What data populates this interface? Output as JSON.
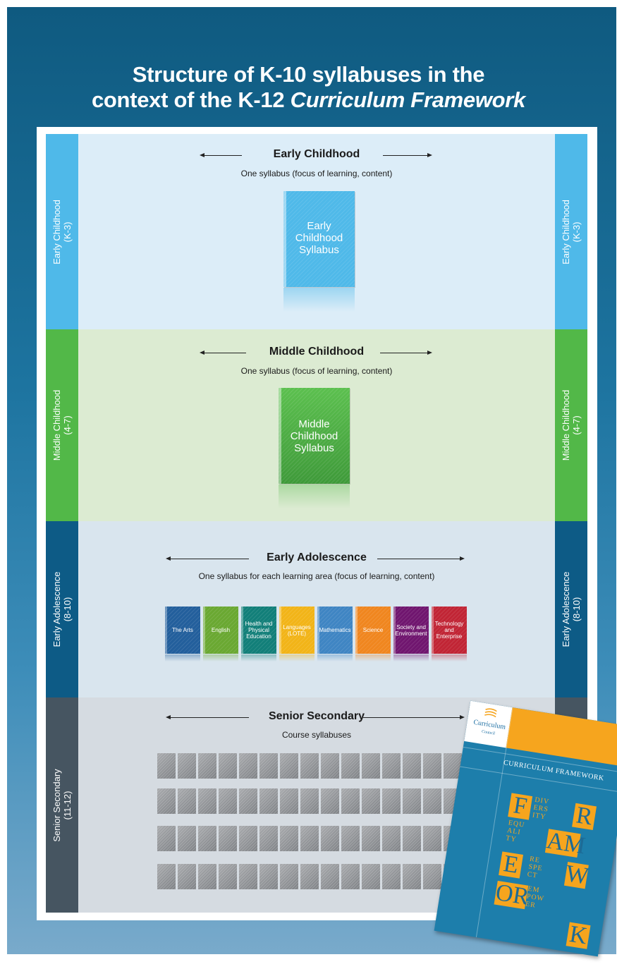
{
  "title": {
    "line1": "Structure of K-10 syllabuses in the",
    "line2_prefix": "context of the K-12 ",
    "line2_italic": "Curriculum Framework"
  },
  "colors": {
    "early_childhood": "#4fb9e9",
    "middle_childhood": "#52b848",
    "early_adolescence": "#0d5b86",
    "senior_secondary": "#465561",
    "orange": "#f6a51e"
  },
  "bands": {
    "early_childhood": {
      "side_line1": "Early Childhood",
      "side_line2": "(K-3)",
      "heading": "Early Childhood",
      "subtitle": "One syllabus (focus of learning, content)",
      "book_line1": "Early",
      "book_line2": "Childhood",
      "book_line3": "Syllabus"
    },
    "middle_childhood": {
      "side_line1": "Middle Childhood",
      "side_line2": "(4-7)",
      "heading": "Middle Childhood",
      "subtitle": "One syllabus (focus of learning, content)",
      "book_line1": "Middle",
      "book_line2": "Childhood",
      "book_line3": "Syllabus"
    },
    "early_adolescence": {
      "side_line1": "Early Adolescence",
      "side_line2": "(8-10)",
      "heading": "Early Adolescence",
      "subtitle": "One syllabus for each learning area (focus of learning, content)",
      "books": [
        {
          "label": "The Arts",
          "color": "#235f9c"
        },
        {
          "label": "English",
          "color": "#6aa832"
        },
        {
          "label": "Health and Physical Education",
          "color": "#127f79"
        },
        {
          "label": "Languages (LOTE)",
          "color": "#f2b418"
        },
        {
          "label": "Mathematics",
          "color": "#3f85c3"
        },
        {
          "label": "Science",
          "color": "#f0861f"
        },
        {
          "label": "Society and Environment",
          "color": "#70166f"
        },
        {
          "label": "Technology and Enterprise",
          "color": "#c12535"
        }
      ]
    },
    "senior_secondary": {
      "side_line1": "Senior Secondary",
      "side_line2": "(11-12)",
      "heading": "Senior Secondary",
      "subtitle": "Course syllabuses"
    }
  },
  "cover": {
    "brand": "Curriculum",
    "brand_sub": "Council",
    "title": "CURRICULUM FRAMEWORK",
    "big_letters": [
      "F",
      "R",
      "AM",
      "E",
      "W",
      "OR",
      "K"
    ],
    "small_words": [
      "DIV",
      "ERS",
      "ITY",
      "EQU",
      "ALI",
      "TY",
      "RE",
      "SPE",
      "CT",
      "EM",
      "POW",
      "ER"
    ]
  }
}
